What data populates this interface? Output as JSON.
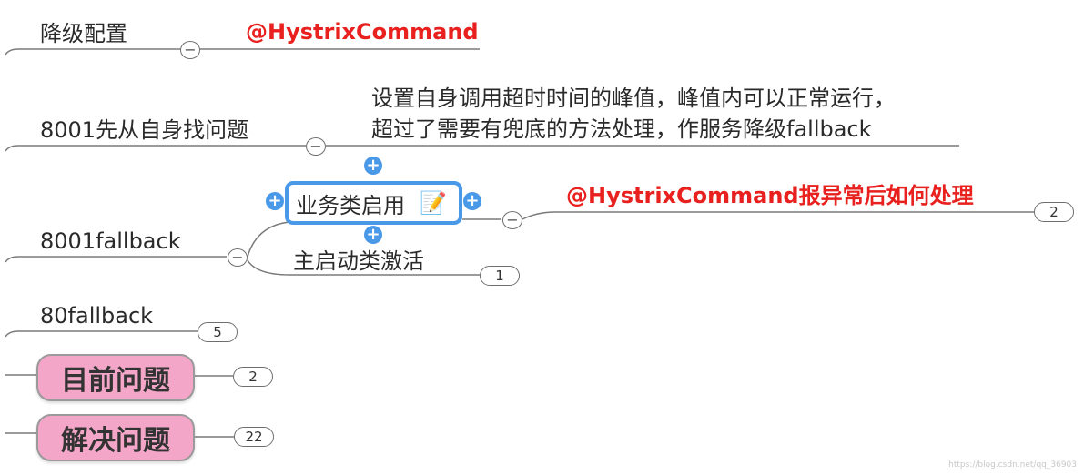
{
  "branches": {
    "downgrade_config": "降级配置",
    "downgrade_annotation": "@HystrixCommand",
    "self_first": "8001先从自身找问题",
    "self_first_note_line1": "设置自身调用超时时间的峰值，峰值内可以正常运行，",
    "self_first_note_line2": "超过了需要有兜底的方法处理，作服务降级fallback",
    "fallback_8001": "8001fallback",
    "business_enable": "业务类启用",
    "business_annotation": "@HystrixCommand报异常后如何处理",
    "business_count": "2",
    "main_activate": "主启动类激活",
    "main_count": "1",
    "fallback_80": "80fallback",
    "fallback_80_count": "5",
    "current_issues": "目前问题",
    "current_issues_count": "2",
    "solve_issues": "解决问题",
    "solve_issues_count": "22"
  },
  "controls": {
    "collapse_symbol": "−",
    "add_symbol": "+"
  },
  "icons": {
    "memo": "📝"
  },
  "watermark": "https://blog.csdn.net/qq_36903"
}
